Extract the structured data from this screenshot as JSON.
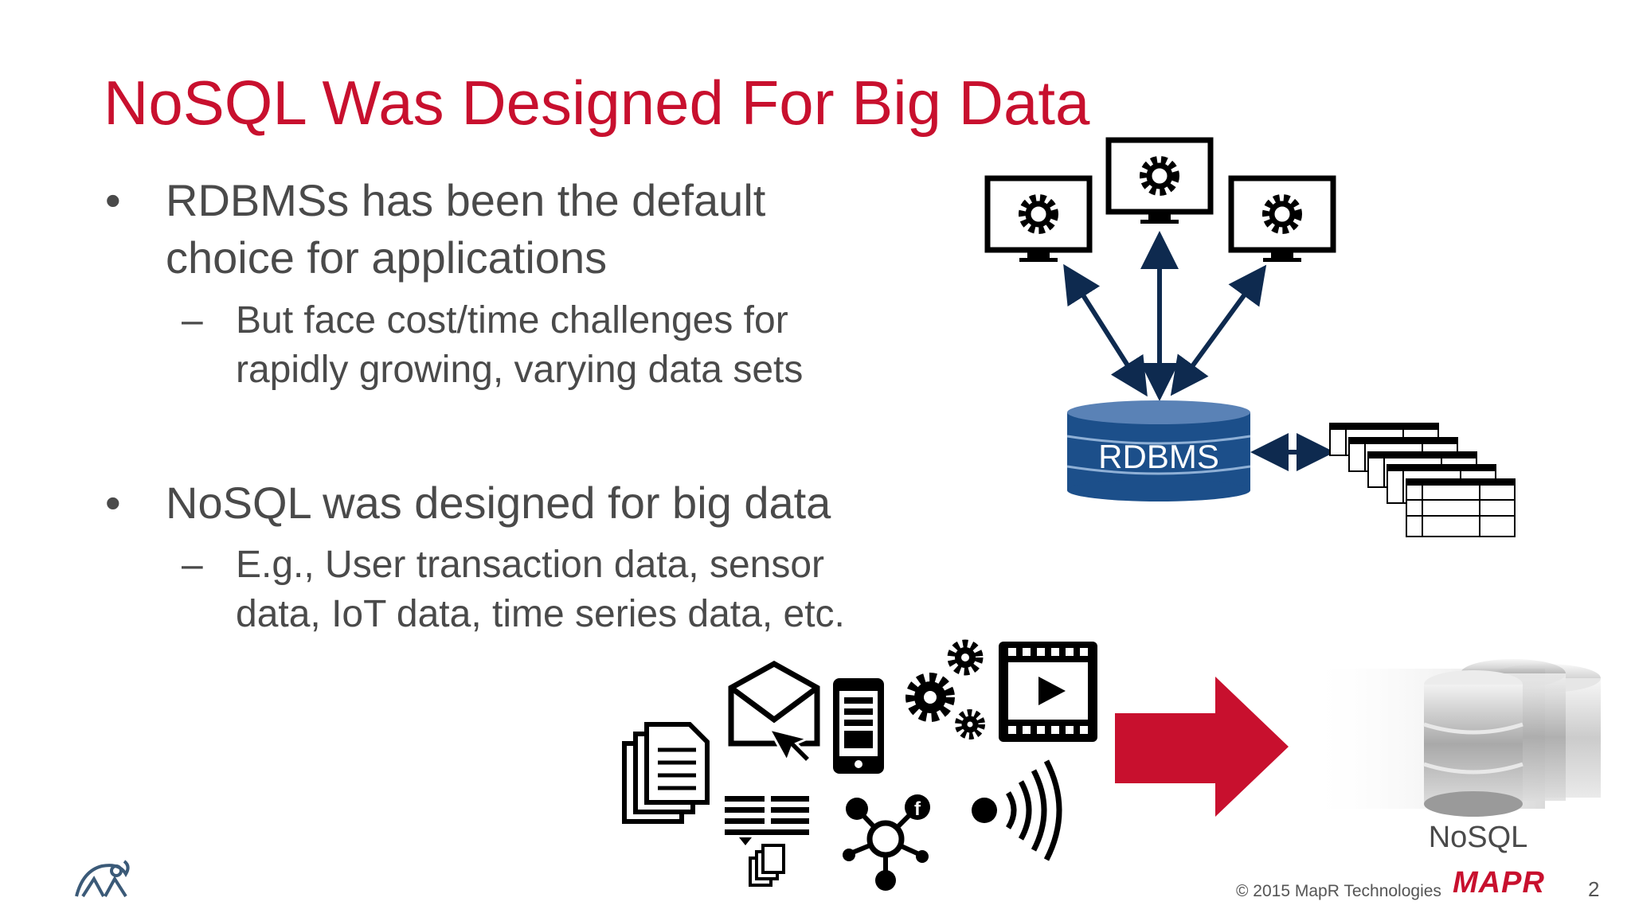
{
  "slide": {
    "title": "NoSQL Was Designed For Big Data",
    "bullets": [
      {
        "text_line1": "RDBMSs has been the default",
        "text_line2": "choice for applications",
        "sub_line1": "But face cost/time challenges for",
        "sub_line2": "rapidly growing, varying data sets"
      },
      {
        "text_line1": "NoSQL was designed for big data",
        "sub_line1": "E.g., User transaction data, sensor",
        "sub_line2": "data, IoT data, time series data, etc."
      }
    ],
    "bullet_marker": "•",
    "sub_marker": "–",
    "diagram": {
      "rdbms_label": "RDBMS",
      "nosql_label": "NoSQL",
      "icons": [
        "monitor-gear-icon",
        "document-stack-icon",
        "email-icon",
        "phone-icon",
        "gears-icon",
        "video-icon",
        "news-icon",
        "social-network-icon",
        "signal-icon"
      ]
    },
    "footer": {
      "copyright": "© 2015 MapR Technologies",
      "brand": "MAPR",
      "page_number": "2"
    },
    "colors": {
      "accent": "#c8102e",
      "navy": "#0e2a4f",
      "db_blue": "#1c4f8a",
      "text": "#4a4a4a"
    }
  }
}
